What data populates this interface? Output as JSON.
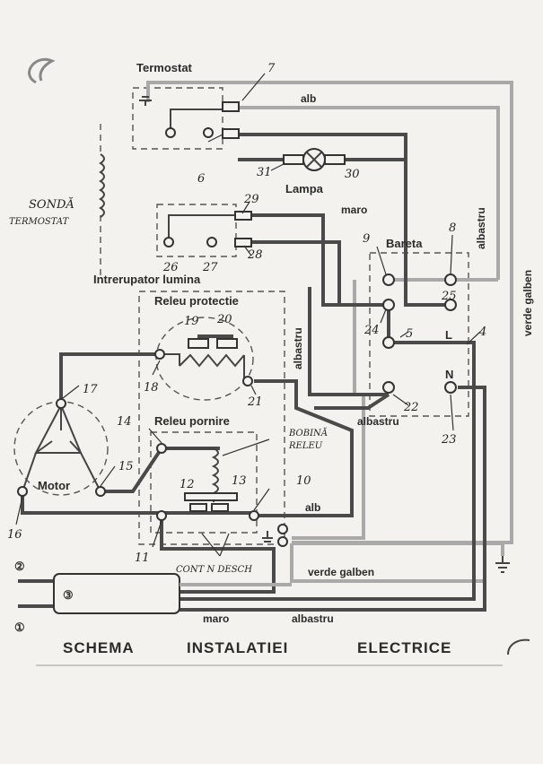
{
  "components": {
    "termostat": "Termostat",
    "lampa": "Lampa",
    "intrerupator": "Intrerupator lumina",
    "releu_protectie": "Releu protectie",
    "releu_pornire": "Releu pornire",
    "motor": "Motor",
    "bareta": "Bareta",
    "bareta_L": "L",
    "bareta_N": "N"
  },
  "wire_labels": {
    "alb_top": "alb",
    "maro_top": "maro",
    "albastru_right": "albastru",
    "verde_galben_right": "verde galben",
    "albastru_mid": "albastru",
    "albastru_bareta": "albastru",
    "alb_bottom": "alb",
    "verde_galben_bottom": "verde galben",
    "maro_bottom": "maro",
    "albastru_bottom": "albastru"
  },
  "handwritten": {
    "sonda_1": "SONDĂ",
    "sonda_2": "TERMOSTAT",
    "bobina_1": "BOBINĂ",
    "bobina_2": "RELEU",
    "contacte": "CONT N DESCH"
  },
  "numbers": [
    "7",
    "6",
    "31",
    "30",
    "29",
    "26",
    "27",
    "28",
    "9",
    "8",
    "25",
    "24",
    "5",
    "4",
    "19",
    "20",
    "18",
    "21",
    "22",
    "23",
    "17",
    "14",
    "15",
    "16",
    "12",
    "13",
    "10",
    "11"
  ],
  "plug_marks": [
    "②",
    "③",
    "①"
  ],
  "title": {
    "word1": "SCHEMA",
    "word2": "INSTALATIEI",
    "word3": "ELECTRICE"
  },
  "colors": {
    "paper": "#f3f2ee",
    "wire_dark": "#4a4a4a",
    "wire_light": "#a9a9a9",
    "ink": "#2b2b2b"
  }
}
